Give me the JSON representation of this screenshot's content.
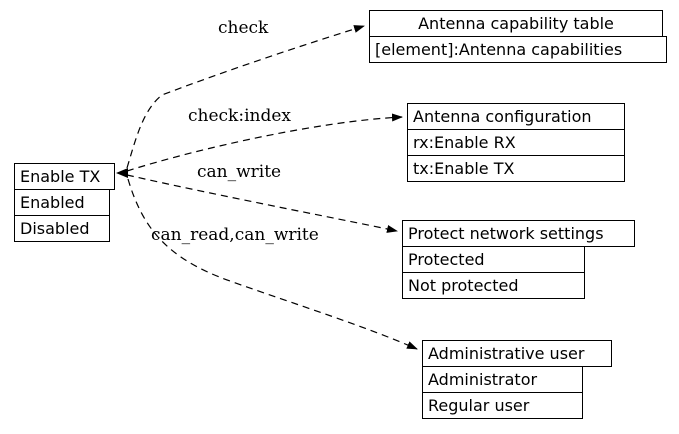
{
  "diagram": {
    "root": {
      "title": "Enable TX",
      "options": [
        "Enabled",
        "Disabled"
      ]
    },
    "edges": [
      {
        "label": "check",
        "target": "Antenna capability table"
      },
      {
        "label": "check:index",
        "target": "Antenna configuration"
      },
      {
        "label": "can_write",
        "target": "Protect network settings"
      },
      {
        "label": "can_read,can_write",
        "target": "Administrative user"
      }
    ],
    "nodes": [
      {
        "title": "Antenna capability table",
        "rows": [
          "[element]:Antenna capabilities"
        ]
      },
      {
        "title": "Antenna configuration",
        "rows": [
          "rx:Enable RX",
          "tx:Enable TX"
        ]
      },
      {
        "title": "Protect network settings",
        "rows": [
          "Protected",
          "Not protected"
        ]
      },
      {
        "title": "Administrative user",
        "rows": [
          "Administrator",
          "Regular user"
        ]
      }
    ],
    "colors": {
      "background": "#ffffff",
      "line": "#000000",
      "text": "#000000",
      "node_fill": "#ffffff"
    }
  }
}
